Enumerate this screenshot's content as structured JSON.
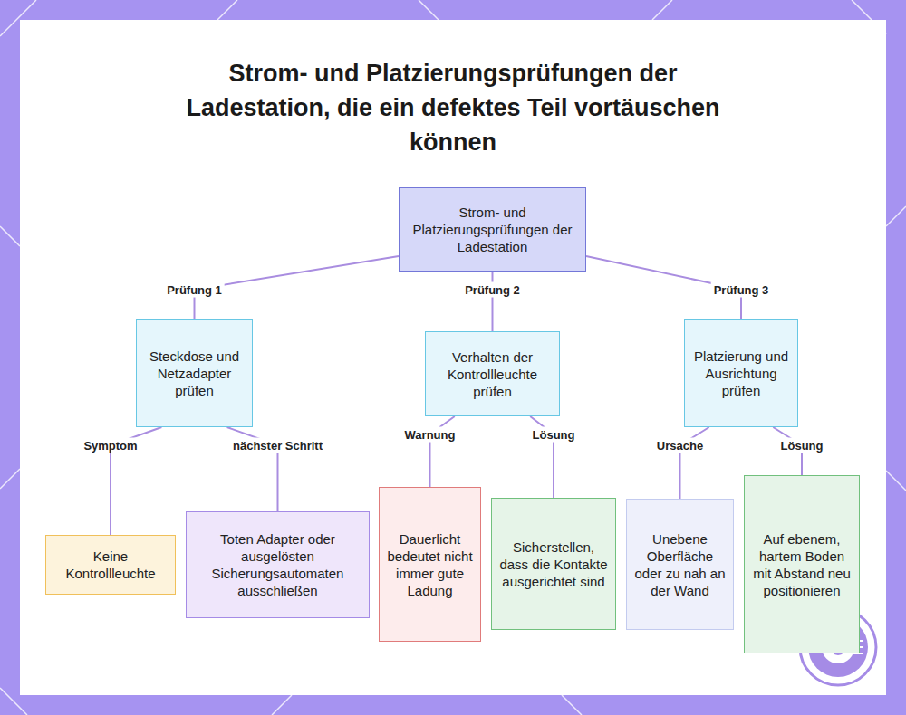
{
  "diagram": {
    "title": "Strom- und Platzierungsprüfungen der Ladestation, die ein defektes Teil vortäuschen können",
    "nodes": [
      {
        "text": [
          "Strom- und Platzierungsprüfungen der Ladestation"
        ]
      },
      {
        "text": [
          "Steckdose und Netzadapter prüfen"
        ]
      },
      {
        "text": [
          "Verhalten der Kontrollleuchte prüfen"
        ]
      },
      {
        "text": [
          "Platzierung und Ausrichtung prüfen"
        ]
      },
      {
        "text": [
          "Keine Kontrollleuchte"
        ]
      },
      {
        "text": [
          "Toten Adapter oder ausgelösten Sicherungsautomaten ausschließen"
        ]
      },
      {
        "text": [
          "Dauerlicht bedeutet nicht immer gute Ladung"
        ]
      },
      {
        "text": [
          "Sicherstellen, dass die Kontakte ausgerichtet sind"
        ]
      },
      {
        "text": [
          "Unebene Oberfläche oder zu nah an der Wand"
        ]
      },
      {
        "text": [
          "Auf ebenem, hartem Boden mit Abstand neu positionieren"
        ]
      }
    ],
    "edges": [
      {
        "from": 0,
        "to": 1,
        "label": "Prüfung 1",
        "arrow": "none"
      },
      {
        "from": 0,
        "to": 2,
        "label": "Prüfung 2",
        "arrow": "none"
      },
      {
        "from": 0,
        "to": 3,
        "label": "Prüfung 3",
        "arrow": "none"
      },
      {
        "from": 1,
        "to": 4,
        "label": "Symptom",
        "arrow": "none"
      },
      {
        "from": 1,
        "to": 5,
        "label": "nächster Schritt",
        "arrow": "none"
      },
      {
        "from": 2,
        "to": 6,
        "label": "Warnung",
        "arrow": "none"
      },
      {
        "from": 2,
        "to": 7,
        "label": "Lösung",
        "arrow": "none"
      },
      {
        "from": 3,
        "to": 8,
        "label": "Ursache",
        "arrow": "none"
      },
      {
        "from": 3,
        "to": 9,
        "label": "Lösung",
        "arrow": "none"
      }
    ]
  }
}
